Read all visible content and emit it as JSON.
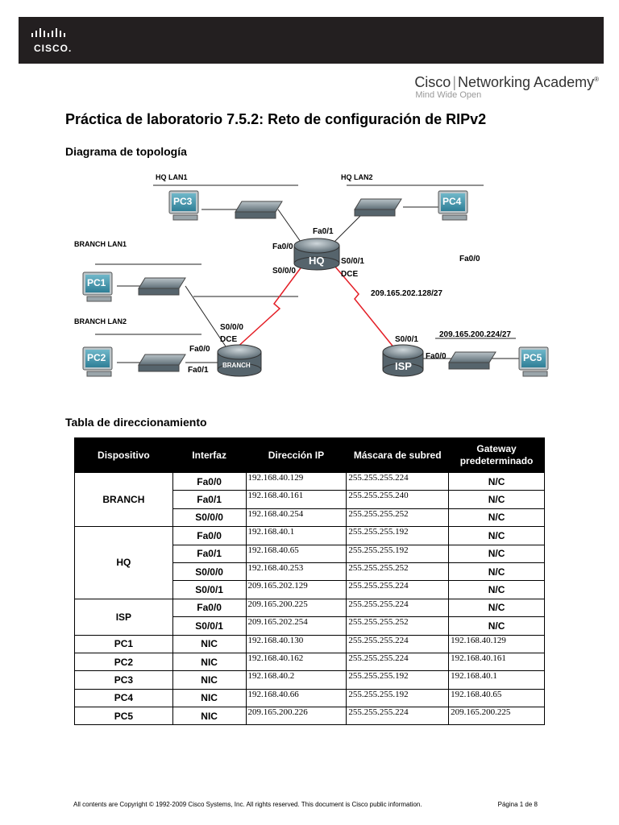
{
  "header": {
    "brand_logo_text": "CISCO.",
    "academy_name_1": "Cisco",
    "academy_name_2": "Networking Academy",
    "academy_tagline": "Mind Wide Open"
  },
  "title": "Práctica de laboratorio 7.5.2: Reto de configuración de RIPv2",
  "section_topology": "Diagrama de topología",
  "section_table": "Tabla de direccionamiento",
  "topology": {
    "labels": {
      "hq_lan1": "HQ LAN1",
      "hq_lan2": "HQ LAN2",
      "branch_lan1": "BRANCH LAN1",
      "branch_lan2": "BRANCH LAN2",
      "hq_fa01": "Fa0/1",
      "hq_fa00": "Fa0/0",
      "hq_s000": "S0/0/0",
      "hq_s001": "S0/0/1",
      "hq_dce": "DCE",
      "isp_fa00_top": "Fa0/0",
      "net_128": "209.165.202.128/27",
      "branch_s000": "S0/0/0",
      "branch_dce": "DCE",
      "branch_fa00": "Fa0/0",
      "branch_fa01": "Fa0/1",
      "isp_s001": "S0/0/1",
      "net_224": "209.165.200.224/27",
      "isp_fa00": "Fa0/0"
    },
    "devices": {
      "pc1": "PC1",
      "pc2": "PC2",
      "pc3": "PC3",
      "pc4": "PC4",
      "pc5": "PC5",
      "hq": "HQ",
      "branch": "BRANCH",
      "isp": "ISP"
    }
  },
  "table": {
    "headers": [
      "Dispositivo",
      "Interfaz",
      "Dirección IP",
      "Máscara de subred",
      "Gateway predeterminado"
    ],
    "rows": [
      {
        "device": "BRANCH",
        "iface": "Fa0/0",
        "ip": "192.168.40.129",
        "mask": "255.255.255.224",
        "gw": "N/C"
      },
      {
        "device": "",
        "iface": "Fa0/1",
        "ip": "192.168.40.161",
        "mask": "255.255.255.240",
        "gw": "N/C"
      },
      {
        "device": "",
        "iface": "S0/0/0",
        "ip": "192.168.40.254",
        "mask": "255.255.255.252",
        "gw": "N/C"
      },
      {
        "device": "HQ",
        "iface": "Fa0/0",
        "ip": "192.168.40.1",
        "mask": "255.255.255.192",
        "gw": "N/C"
      },
      {
        "device": "",
        "iface": "Fa0/1",
        "ip": "192.168.40.65",
        "mask": "255.255.255.192",
        "gw": "N/C"
      },
      {
        "device": "",
        "iface": "S0/0/0",
        "ip": "192.168.40.253",
        "mask": "255.255.255.252",
        "gw": "N/C"
      },
      {
        "device": "",
        "iface": "S0/0/1",
        "ip": "209.165.202.129",
        "mask": "255.255.255.224",
        "gw": "N/C"
      },
      {
        "device": "ISP",
        "iface": "Fa0/0",
        "ip": "209.165.200.225",
        "mask": "255.255.255.224",
        "gw": "N/C"
      },
      {
        "device": "",
        "iface": "S0/0/1",
        "ip": "209.165.202.254",
        "mask": "255.255.255.252",
        "gw": "N/C"
      },
      {
        "device": "PC1",
        "iface": "NIC",
        "ip": "192.168.40.130",
        "mask": "255.255.255.224",
        "gw": "192.168.40.129"
      },
      {
        "device": "PC2",
        "iface": "NIC",
        "ip": "192.168.40.162",
        "mask": "255.255.255.224",
        "gw": "192.168.40.161"
      },
      {
        "device": "PC3",
        "iface": "NIC",
        "ip": "192.168.40.2",
        "mask": "255.255.255.192",
        "gw": "192.168.40.1"
      },
      {
        "device": "PC4",
        "iface": "NIC",
        "ip": "192.168.40.66",
        "mask": "255.255.255.192",
        "gw": "192.168.40.65"
      },
      {
        "device": "PC5",
        "iface": "NIC",
        "ip": "209.165.200.226",
        "mask": "255.255.255.224",
        "gw": "209.165.200.225"
      }
    ]
  },
  "footer": {
    "copyright": "All contents are Copyright © 1992-2009 Cisco Systems, Inc. All rights reserved. This document is Cisco public information.",
    "page": "Página 1 de 8"
  }
}
